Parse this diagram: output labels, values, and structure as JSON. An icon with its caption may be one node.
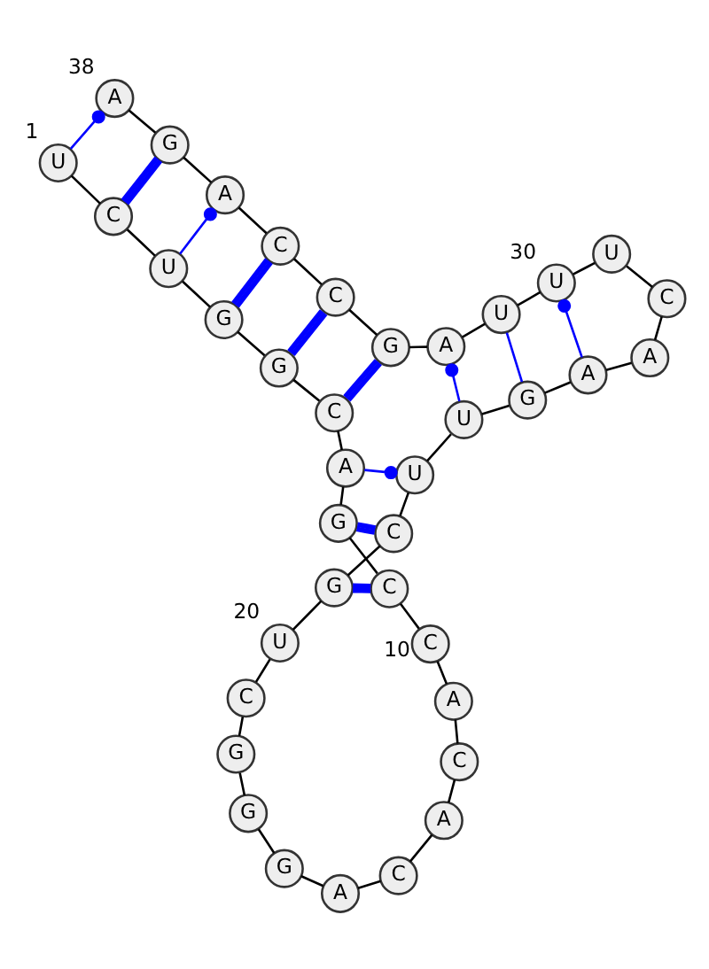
{
  "diagram": {
    "nodes": [
      {
        "text": [
          "U"
        ],
        "beside": [
          "1"
        ]
      },
      {
        "text": [
          "C"
        ]
      },
      {
        "text": [
          "U"
        ]
      },
      {
        "text": [
          "G"
        ]
      },
      {
        "text": [
          "G"
        ]
      },
      {
        "text": [
          "C"
        ]
      },
      {
        "text": [
          "A"
        ]
      },
      {
        "text": [
          "G"
        ]
      },
      {
        "text": [
          "C"
        ]
      },
      {
        "text": [
          "C"
        ],
        "beside": [
          "10"
        ]
      },
      {
        "text": [
          "A"
        ]
      },
      {
        "text": [
          "C"
        ]
      },
      {
        "text": [
          "A"
        ]
      },
      {
        "text": [
          "C"
        ]
      },
      {
        "text": [
          "A"
        ]
      },
      {
        "text": [
          "G"
        ]
      },
      {
        "text": [
          "G"
        ]
      },
      {
        "text": [
          "G"
        ]
      },
      {
        "text": [
          "C"
        ]
      },
      {
        "text": [
          "U"
        ],
        "beside": [
          "20"
        ]
      },
      {
        "text": [
          "G"
        ]
      },
      {
        "text": [
          "C"
        ]
      },
      {
        "text": [
          "U"
        ]
      },
      {
        "text": [
          "U"
        ]
      },
      {
        "text": [
          "G"
        ]
      },
      {
        "text": [
          "A"
        ]
      },
      {
        "text": [
          "A"
        ]
      },
      {
        "text": [
          "C"
        ]
      },
      {
        "text": [
          "U"
        ]
      },
      {
        "text": [
          "U"
        ],
        "beside": [
          "30"
        ]
      },
      {
        "text": [
          "U"
        ]
      },
      {
        "text": [
          "A"
        ]
      },
      {
        "text": [
          "G"
        ]
      },
      {
        "text": [
          "C"
        ]
      },
      {
        "text": [
          "C"
        ]
      },
      {
        "text": [
          "A"
        ]
      },
      {
        "text": [
          "G"
        ]
      },
      {
        "text": [
          "A"
        ],
        "beside": [
          "38"
        ]
      }
    ],
    "edges": [
      {
        "from": 0,
        "to": 1,
        "arrow": "none"
      },
      {
        "from": 1,
        "to": 2,
        "arrow": "none"
      },
      {
        "from": 2,
        "to": 3,
        "arrow": "none"
      },
      {
        "from": 3,
        "to": 4,
        "arrow": "none"
      },
      {
        "from": 4,
        "to": 5,
        "arrow": "none"
      },
      {
        "from": 5,
        "to": 6,
        "arrow": "none"
      },
      {
        "from": 6,
        "to": 7,
        "arrow": "none"
      },
      {
        "from": 7,
        "to": 8,
        "arrow": "none"
      },
      {
        "from": 8,
        "to": 9,
        "arrow": "none"
      },
      {
        "from": 9,
        "to": 10,
        "arrow": "none"
      },
      {
        "from": 10,
        "to": 11,
        "arrow": "none"
      },
      {
        "from": 11,
        "to": 12,
        "arrow": "none"
      },
      {
        "from": 12,
        "to": 13,
        "arrow": "none"
      },
      {
        "from": 13,
        "to": 14,
        "arrow": "none"
      },
      {
        "from": 14,
        "to": 15,
        "arrow": "none"
      },
      {
        "from": 15,
        "to": 16,
        "arrow": "none"
      },
      {
        "from": 16,
        "to": 17,
        "arrow": "none"
      },
      {
        "from": 17,
        "to": 18,
        "arrow": "none"
      },
      {
        "from": 18,
        "to": 19,
        "arrow": "none"
      },
      {
        "from": 19,
        "to": 20,
        "arrow": "none"
      },
      {
        "from": 20,
        "to": 21,
        "arrow": "none"
      },
      {
        "from": 21,
        "to": 22,
        "arrow": "none"
      },
      {
        "from": 22,
        "to": 23,
        "arrow": "none"
      },
      {
        "from": 23,
        "to": 24,
        "arrow": "none"
      },
      {
        "from": 24,
        "to": 25,
        "arrow": "none"
      },
      {
        "from": 25,
        "to": 26,
        "arrow": "none"
      },
      {
        "from": 26,
        "to": 27,
        "arrow": "none"
      },
      {
        "from": 27,
        "to": 28,
        "arrow": "none"
      },
      {
        "from": 28,
        "to": 29,
        "arrow": "none"
      },
      {
        "from": 29,
        "to": 30,
        "arrow": "none"
      },
      {
        "from": 30,
        "to": 31,
        "arrow": "none"
      },
      {
        "from": 31,
        "to": 32,
        "arrow": "none"
      },
      {
        "from": 32,
        "to": 33,
        "arrow": "none"
      },
      {
        "from": 33,
        "to": 34,
        "arrow": "none"
      },
      {
        "from": 34,
        "to": 35,
        "arrow": "none"
      },
      {
        "from": 35,
        "to": 36,
        "arrow": "none"
      },
      {
        "from": 36,
        "to": 37,
        "arrow": "none"
      },
      {
        "from": 0,
        "to": 37,
        "arrow": "other",
        "color": "#0000ff"
      },
      {
        "from": 1,
        "to": 36,
        "arrow": "none",
        "style": "thick",
        "color": "#0000ff"
      },
      {
        "from": 2,
        "to": 35,
        "arrow": "other",
        "color": "#0000ff"
      },
      {
        "from": 3,
        "to": 34,
        "arrow": "none",
        "style": "thick",
        "color": "#0000ff"
      },
      {
        "from": 4,
        "to": 33,
        "arrow": "none",
        "style": "thick",
        "color": "#0000ff"
      },
      {
        "from": 5,
        "to": 32,
        "arrow": "none",
        "style": "thick",
        "color": "#0000ff"
      },
      {
        "from": 6,
        "to": 22,
        "arrow": "other",
        "color": "#0000ff"
      },
      {
        "from": 7,
        "to": 21,
        "arrow": "none",
        "style": "thick",
        "color": "#0000ff"
      },
      {
        "from": 8,
        "to": 20,
        "arrow": "none",
        "style": "thick",
        "color": "#0000ff"
      },
      {
        "from": 23,
        "to": 31,
        "arrow": "other",
        "color": "#0000ff"
      },
      {
        "from": 24,
        "to": 30,
        "arrow": "none",
        "color": "#0000ff"
      },
      {
        "from": 25,
        "to": 29,
        "arrow": "other",
        "color": "#0000ff"
      }
    ]
  }
}
